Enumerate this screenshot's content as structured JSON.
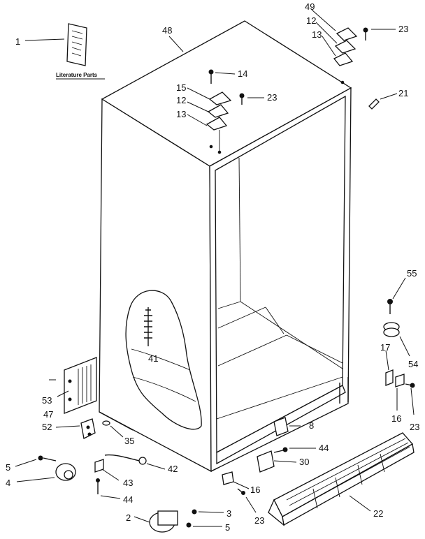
{
  "literature_label": "Literature Parts",
  "callouts": {
    "c1": "1",
    "c48": "48",
    "c49": "49",
    "c12a": "12",
    "c23a": "23",
    "c13a": "13",
    "c14": "14",
    "c15": "15",
    "c12b": "12",
    "c23b": "23",
    "c13b": "13",
    "c21": "21",
    "c55": "55",
    "c41": "41",
    "c54": "54",
    "c17": "17",
    "c53": "53",
    "c47": "47",
    "c52": "52",
    "c16a": "16",
    "c23c": "23",
    "c8": "8",
    "c35": "35",
    "c44a": "44",
    "c5a": "5",
    "c42": "42",
    "c30": "30",
    "c4": "4",
    "c43": "43",
    "c16b": "16",
    "c22": "22",
    "c44b": "44",
    "c2": "2",
    "c3": "3",
    "c23d": "23",
    "c5b": "5"
  }
}
